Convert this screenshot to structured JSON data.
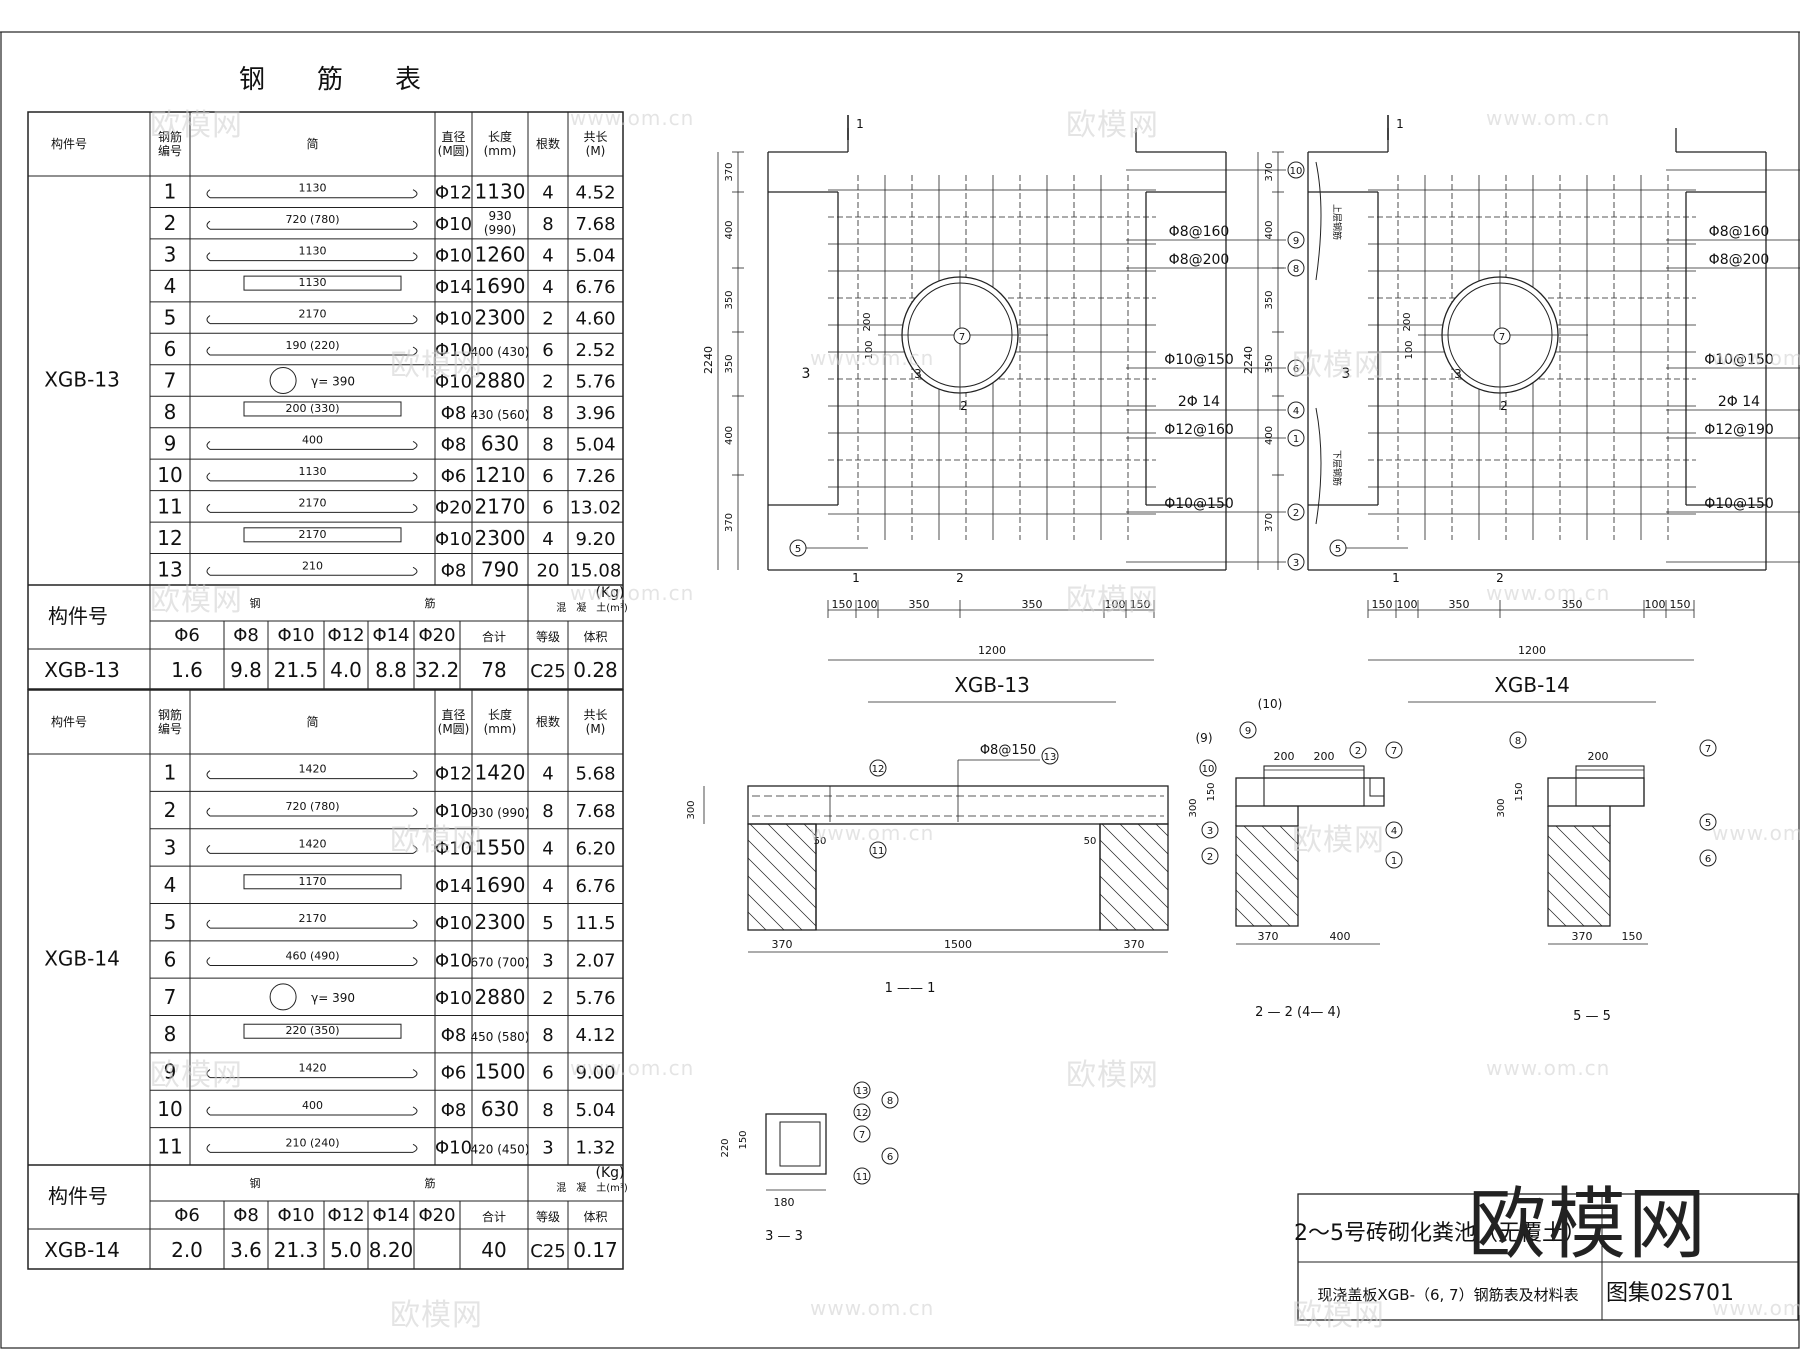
{
  "sheet": {
    "title": "钢　　筋　　表",
    "col_headers": [
      "构件号",
      "钢筋\n编号",
      "简",
      "直径\n(M圆)",
      "长度\n(mm)",
      "根数",
      "共长\n(M)"
    ],
    "summary_headers": {
      "member": "构件号",
      "steel_label_1": "钢",
      "steel_label_2": "筋",
      "unit": "(Kg)",
      "concrete_label": "混　凝　土(m³)",
      "diams": [
        "Φ6",
        "Φ8",
        "Φ10",
        "Φ12",
        "Φ14",
        "Φ20"
      ],
      "total": "合计",
      "grade": "等级",
      "volume": "体积"
    },
    "tables": [
      {
        "member": "XGB-13",
        "rows": [
          {
            "no": "1",
            "shape": "1130",
            "dia": "Φ12",
            "len": "1130",
            "count": "4",
            "total": "4.52"
          },
          {
            "no": "2",
            "shape": "720  (780)",
            "dia": "Φ10",
            "len": "930\n(990)",
            "count": "8",
            "total": "7.68"
          },
          {
            "no": "3",
            "shape": "1130",
            "dia": "Φ10",
            "len": "1260",
            "count": "4",
            "total": "5.04"
          },
          {
            "no": "4",
            "shape": "1130",
            "dia": "Φ14",
            "len": "1690",
            "count": "4",
            "total": "6.76"
          },
          {
            "no": "5",
            "shape": "2170",
            "dia": "Φ10",
            "len": "2300",
            "count": "2",
            "total": "4.60"
          },
          {
            "no": "6",
            "shape": "190  (220)",
            "dia": "Φ10",
            "len": "400 (430)",
            "count": "6",
            "total": "2.52"
          },
          {
            "no": "7",
            "shape": "γ= 390",
            "dia": "Φ10",
            "len": "2880",
            "count": "2",
            "total": "5.76"
          },
          {
            "no": "8",
            "shape": "200 (330)",
            "dia": "Φ8",
            "len": "430 (560)",
            "count": "8",
            "total": "3.96"
          },
          {
            "no": "9",
            "shape": "400",
            "dia": "Φ8",
            "len": "630",
            "count": "8",
            "total": "5.04"
          },
          {
            "no": "10",
            "shape": "1130",
            "dia": "Φ6",
            "len": "1210",
            "count": "6",
            "total": "7.26"
          },
          {
            "no": "11",
            "shape": "2170",
            "dia": "Φ20",
            "len": "2170",
            "count": "6",
            "total": "13.02"
          },
          {
            "no": "12",
            "shape": "2170",
            "dia": "Φ10",
            "len": "2300",
            "count": "4",
            "total": "9.20"
          },
          {
            "no": "13",
            "shape": "210",
            "dia": "Φ8",
            "len": "790",
            "count": "20",
            "total": "15.08"
          }
        ],
        "summary": {
          "member": "XGB-13",
          "values": [
            "1.6",
            "9.8",
            "21.5",
            "4.0",
            "8.8",
            "32.2"
          ],
          "total": "78",
          "grade": "C25",
          "volume": "0.28"
        }
      },
      {
        "member": "XGB-14",
        "rows": [
          {
            "no": "1",
            "shape": "1420",
            "dia": "Φ12",
            "len": "1420",
            "count": "4",
            "total": "5.68"
          },
          {
            "no": "2",
            "shape": "720 (780)",
            "dia": "Φ10",
            "len": "930 (990)",
            "count": "8",
            "total": "7.68"
          },
          {
            "no": "3",
            "shape": "1420",
            "dia": "Φ10",
            "len": "1550",
            "count": "4",
            "total": "6.20"
          },
          {
            "no": "4",
            "shape": "1170",
            "dia": "Φ14",
            "len": "1690",
            "count": "4",
            "total": "6.76"
          },
          {
            "no": "5",
            "shape": "2170",
            "dia": "Φ10",
            "len": "2300",
            "count": "5",
            "total": "11.5"
          },
          {
            "no": "6",
            "shape": "460 (490)",
            "dia": "Φ10",
            "len": "670 (700)",
            "count": "3",
            "total": "2.07"
          },
          {
            "no": "7",
            "shape": "γ= 390",
            "dia": "Φ10",
            "len": "2880",
            "count": "2",
            "total": "5.76"
          },
          {
            "no": "8",
            "shape": "220 (350)",
            "dia": "Φ8",
            "len": "450 (580)",
            "count": "8",
            "total": "4.12"
          },
          {
            "no": "9",
            "shape": "1420",
            "dia": "Φ6",
            "len": "1500",
            "count": "6",
            "total": "9.00"
          },
          {
            "no": "10",
            "shape": "400",
            "dia": "Φ8",
            "len": "630",
            "count": "8",
            "total": "5.04"
          },
          {
            "no": "11",
            "shape": "210 (240)",
            "dia": "Φ10",
            "len": "420 (450)",
            "count": "3",
            "total": "1.32"
          }
        ],
        "summary": {
          "member": "XGB-14",
          "values": [
            "2.0",
            "3.6",
            "21.3",
            "5.0",
            "8.20",
            ""
          ],
          "total": "40",
          "grade": "C25",
          "volume": "0.17"
        }
      }
    ]
  },
  "plans": [
    {
      "name": "XGB-13",
      "left_dims": [
        "370",
        "400",
        "350",
        "350",
        "400",
        "370"
      ],
      "overall_height": "2240",
      "bottom_dims": [
        "150",
        "100",
        "350",
        "350",
        "100",
        "150"
      ],
      "overall_width": "1200",
      "callouts": [
        {
          "text": "Φ8@160",
          "num": "9"
        },
        {
          "text": "Φ8@200",
          "num": "8"
        },
        {
          "text": "Φ10@150",
          "num": "6"
        },
        {
          "text": "2Φ 14",
          "num": "4"
        },
        {
          "text": "Φ12@160",
          "num": "1"
        },
        {
          "text": "Φ10@150",
          "num": "2"
        }
      ],
      "top_num": "10",
      "bottom_num": "3",
      "left_num": "5",
      "circle_num": "7",
      "upper_layer": "上层钢筋",
      "lower_layer": "下层钢筋",
      "inner_dims": [
        "200",
        "100"
      ]
    },
    {
      "name": "XGB-14",
      "left_dims": [
        "370",
        "400",
        "350",
        "350",
        "400",
        "370"
      ],
      "overall_height": "2240",
      "bottom_dims": [
        "150",
        "100",
        "350",
        "350",
        "100",
        "150"
      ],
      "overall_width": "1200",
      "callouts": [
        {
          "text": "Φ8@160",
          "num": "10"
        },
        {
          "text": "Φ8@200",
          "num": "8"
        },
        {
          "text": "Φ10@150",
          "num": "6"
        },
        {
          "text": "2Φ 14",
          "num": "4"
        },
        {
          "text": "Φ12@190",
          "num": "1"
        },
        {
          "text": "Φ10@150",
          "num": "2"
        }
      ],
      "top_num": "9",
      "bottom_num": "3",
      "left_num": "5",
      "circle_num": "7",
      "upper_layer": "上层钢筋",
      "lower_layer": "下层钢筋",
      "inner_dims": [
        "200",
        "100"
      ]
    }
  ],
  "sections": {
    "s11": {
      "label": "1 —— 1",
      "rebar": "Φ8@150",
      "num_top": "12",
      "num_rebar": "13",
      "num_bottom": "11",
      "height": "300",
      "dims": [
        "370",
        "1500",
        "370"
      ],
      "gap": "50"
    },
    "s22": {
      "label": "2 — 2 (4— 4)",
      "nums": [
        "(10)",
        "9",
        "(9)",
        "10",
        "2",
        "7",
        "3",
        "4",
        "2",
        "1"
      ],
      "dims_top": [
        "200",
        "200"
      ],
      "heights": [
        "300",
        "150"
      ],
      "dims": [
        "370",
        "400"
      ]
    },
    "s55": {
      "label": "5 — 5",
      "nums": [
        "8",
        "7",
        "5",
        "6"
      ],
      "dim_top": "200",
      "heights": [
        "300",
        "150"
      ],
      "dims": [
        "370",
        "150"
      ]
    },
    "s33": {
      "label": "3 — 3",
      "nums": [
        "13",
        "8",
        "12",
        "7",
        "6",
        "11"
      ],
      "heights": [
        "220",
        "150"
      ],
      "dim": "180"
    }
  },
  "title_block": {
    "project": "2～5号砖砌化粪池（无覆土）",
    "drawing": "现浇盖板XGB-（6, 7）钢筋表及材料表",
    "atlas": "图集02S701"
  },
  "watermarks": {
    "brand": "欧模网",
    "url": "www.om.cn",
    "big": "欧模网"
  }
}
